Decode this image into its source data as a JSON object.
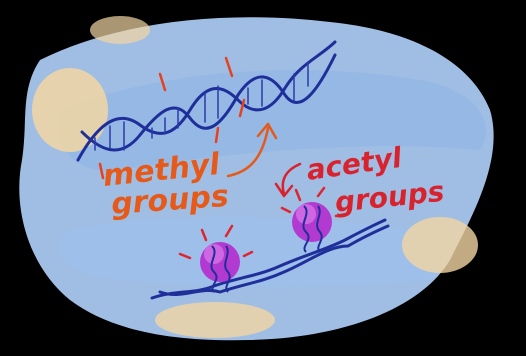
{
  "labels": {
    "methyl_line1": "methyl",
    "methyl_line2": "groups",
    "acetyl_line1": "acetyl",
    "acetyl_line2": "groups"
  },
  "colors": {
    "background": "#000000",
    "watercolor_blue": "#a9c8ef",
    "watercolor_blue_dark": "#8fb4e6",
    "watercolor_yellow": "#f2d6a2",
    "dna_strand": "#1f2f9a",
    "dna_rungs": "#2a3aa8",
    "methyl_mark": "#e8401c",
    "methyl_label": "#e55a1a",
    "acetyl_label": "#d8232f",
    "acetyl_mark": "#e0242e",
    "histone": "#b33ad0",
    "histone_light": "#d97ce9"
  }
}
